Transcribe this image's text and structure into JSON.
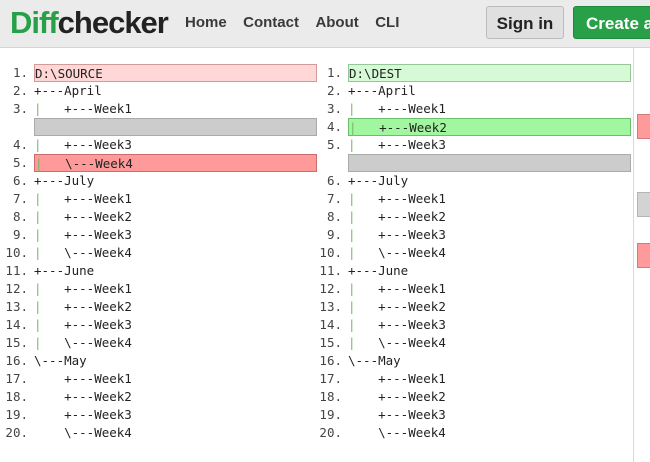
{
  "header": {
    "logo_part1": "Diff",
    "logo_part2": "checker",
    "nav": [
      "Home",
      "Contact",
      "About",
      "CLI"
    ],
    "signin_label": "Sign in",
    "create_label": "Create a"
  },
  "left": {
    "lines": [
      {
        "n": "1.",
        "text": "D:\\SOURCE",
        "type": "del"
      },
      {
        "n": "2.",
        "text": "+---April",
        "type": "normal"
      },
      {
        "n": "3.",
        "text": "|   +---Week1",
        "type": "normal"
      },
      {
        "n": "",
        "text": "",
        "type": "empty"
      },
      {
        "n": "4.",
        "text": "|   +---Week3",
        "type": "normal"
      },
      {
        "n": "5.",
        "text": "|   \\---Week4",
        "type": "del-strong"
      },
      {
        "n": "6.",
        "text": "+---July",
        "type": "normal"
      },
      {
        "n": "7.",
        "text": "|   +---Week1",
        "type": "normal"
      },
      {
        "n": "8.",
        "text": "|   +---Week2",
        "type": "normal"
      },
      {
        "n": "9.",
        "text": "|   +---Week3",
        "type": "normal"
      },
      {
        "n": "10.",
        "text": "|   \\---Week4",
        "type": "normal"
      },
      {
        "n": "11.",
        "text": "+---June",
        "type": "normal"
      },
      {
        "n": "12.",
        "text": "|   +---Week1",
        "type": "normal"
      },
      {
        "n": "13.",
        "text": "|   +---Week2",
        "type": "normal"
      },
      {
        "n": "14.",
        "text": "|   +---Week3",
        "type": "normal"
      },
      {
        "n": "15.",
        "text": "|   \\---Week4",
        "type": "normal"
      },
      {
        "n": "16.",
        "text": "\\---May",
        "type": "normal"
      },
      {
        "n": "17.",
        "text": "    +---Week1",
        "type": "normal"
      },
      {
        "n": "18.",
        "text": "    +---Week2",
        "type": "normal"
      },
      {
        "n": "19.",
        "text": "    +---Week3",
        "type": "normal"
      },
      {
        "n": "20.",
        "text": "    \\---Week4",
        "type": "normal"
      }
    ]
  },
  "right": {
    "lines": [
      {
        "n": "1.",
        "text": "D:\\DEST",
        "type": "ins"
      },
      {
        "n": "2.",
        "text": "+---April",
        "type": "normal"
      },
      {
        "n": "3.",
        "text": "|   +---Week1",
        "type": "normal"
      },
      {
        "n": "4.",
        "text": "|   +---Week2",
        "type": "ins-strong"
      },
      {
        "n": "5.",
        "text": "|   +---Week3",
        "type": "normal"
      },
      {
        "n": "",
        "text": "",
        "type": "empty"
      },
      {
        "n": "6.",
        "text": "+---July",
        "type": "normal"
      },
      {
        "n": "7.",
        "text": "|   +---Week1",
        "type": "normal"
      },
      {
        "n": "8.",
        "text": "|   +---Week2",
        "type": "normal"
      },
      {
        "n": "9.",
        "text": "|   +---Week3",
        "type": "normal"
      },
      {
        "n": "10.",
        "text": "|   \\---Week4",
        "type": "normal"
      },
      {
        "n": "11.",
        "text": "+---June",
        "type": "normal"
      },
      {
        "n": "12.",
        "text": "|   +---Week1",
        "type": "normal"
      },
      {
        "n": "13.",
        "text": "|   +---Week2",
        "type": "normal"
      },
      {
        "n": "14.",
        "text": "|   +---Week3",
        "type": "normal"
      },
      {
        "n": "15.",
        "text": "|   \\---Week4",
        "type": "normal"
      },
      {
        "n": "16.",
        "text": "\\---May",
        "type": "normal"
      },
      {
        "n": "17.",
        "text": "    +---Week1",
        "type": "normal"
      },
      {
        "n": "18.",
        "text": "    +---Week2",
        "type": "normal"
      },
      {
        "n": "19.",
        "text": "    +---Week3",
        "type": "normal"
      },
      {
        "n": "20.",
        "text": "    \\---Week4",
        "type": "normal"
      }
    ]
  },
  "colors": {
    "brand_green": "#27a047",
    "removed": "#ff9a9a",
    "removed_light": "#ffd7d7",
    "added": "#a1f79f",
    "added_light": "#d6fad6",
    "empty": "#cccccc"
  }
}
